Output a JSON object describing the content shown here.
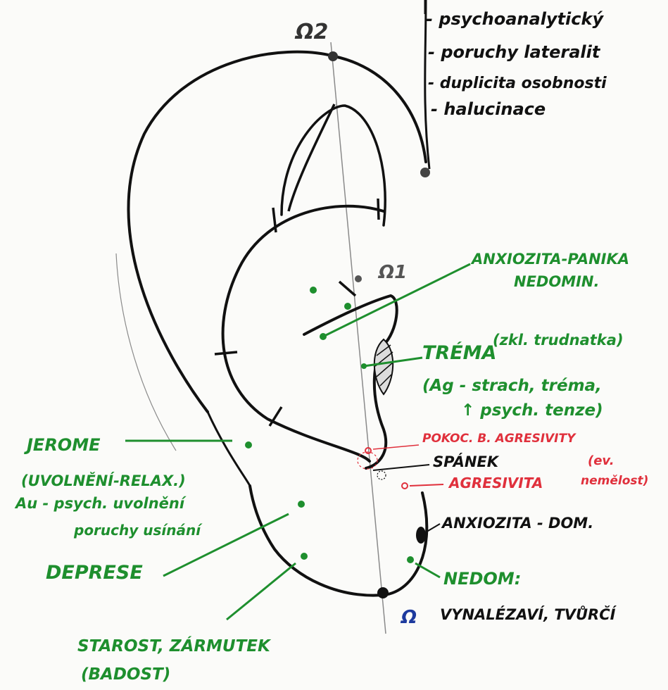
{
  "colors": {
    "ink": "#111111",
    "green": "#1e8f2e",
    "red": "#e0303c",
    "pencil": "#8a8a8a"
  },
  "markers": {
    "omega2": "Ω2",
    "omega1": "Ω1",
    "omega_bottom": "Ω"
  },
  "top_list": [
    "- psychoanalytický",
    "- poruchy lateralit",
    "- duplicita osobnosti",
    "- halucinace"
  ],
  "labels": {
    "anxiozita_panika": "ANXIOZITA-PANIKA",
    "nedomin": "NEDOMIN.",
    "trema": "TRÉMA",
    "trema_note": "(zkl. trudnatka)",
    "trema_desc_1": "(Ag - strach, tréma,",
    "trema_desc_2": "↑ psych. tenze)",
    "pokoc": "POKOC. B. AGRESIVITY",
    "spanek": "SPÁNEK",
    "spanek_note_1": "(ev.",
    "spanek_note_2": "nemělost)",
    "agresivita": "AGRESIVITA",
    "anxiozita_dom": "ANXIOZITA - DOM.",
    "jerome": "JEROME",
    "uvolneni": "(UVOLNĚNÍ-RELAX.)",
    "au_1": "Au - psych. uvolnění",
    "au_2": "poruchy usínání",
    "deprese": "DEPRESE",
    "nedom": "NEDOM:",
    "vynalezavi": "VYNALÉZAVÍ, TVŮRČÍ",
    "starost": "STAROST, ZÁRMUTEK",
    "badost": "(BADOST)"
  }
}
